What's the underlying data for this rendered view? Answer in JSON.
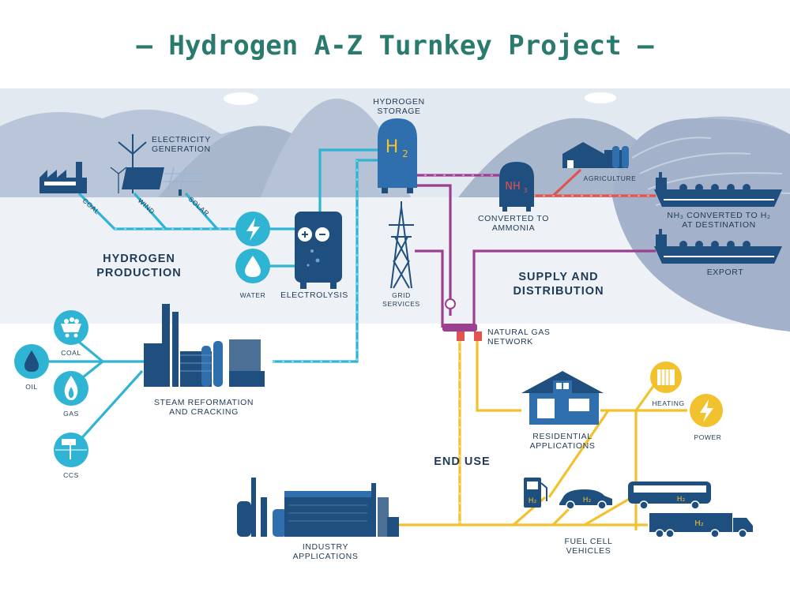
{
  "title": "— Hydrogen A-Z Turnkey Project —",
  "colors": {
    "title": "#2b7a6e",
    "cyan_pipe": "#2fb4d4",
    "magenta_pipe": "#9b3f8f",
    "yellow_pipe": "#f2c12e",
    "red_pipe": "#e0534f",
    "navy": "#1f4f7f",
    "sky": "#dfe6ef",
    "hills": "#aebbd0"
  },
  "labels": {
    "electricity_generation": [
      "ELECTRICITY",
      "GENERATION"
    ],
    "coal_line": "COAL",
    "wind_line": "WIND",
    "solar_line": "SOLAR",
    "hydrogen_production": [
      "HYDROGEN",
      "PRODUCTION"
    ],
    "water": "WATER",
    "electrolysis": "ELECTROLYSIS",
    "hydrogen_storage": [
      "HYDROGEN",
      "STORAGE"
    ],
    "h2_tank": "H",
    "h2_sub": "2",
    "nh3": "NH",
    "nh3_sub": "3",
    "converted_to_ammonia": [
      "CONVERTED TO",
      "AMMONIA"
    ],
    "agriculture": "AGRICULTURE",
    "nh3_converted": [
      "NH₃ CONVERTED TO H₂",
      "AT DESTINATION"
    ],
    "export": "EXPORT",
    "grid_services": [
      "GRID",
      "SERVICES"
    ],
    "supply_distribution": [
      "SUPPLY AND",
      "DISTRIBUTION"
    ],
    "natural_gas_network": [
      "NATURAL GAS",
      "NETWORK"
    ],
    "coal": "COAL",
    "oil": "OIL",
    "gas": "GAS",
    "ccs": "CCS",
    "steam_reformation": [
      "STEAM REFORMATION",
      "AND CRACKING"
    ],
    "heating": "HEATING",
    "power": "POWER",
    "residential": [
      "RESIDENTIAL",
      "APPLICATIONS"
    ],
    "end_use": "END USE",
    "industry": [
      "INDUSTRY",
      "APPLICATIONS"
    ],
    "fuel_cell_vehicles": [
      "FUEL CELL",
      "VEHICLES"
    ],
    "vehicle_h2": "H₂"
  },
  "icons": {
    "lightning": "lightning-icon",
    "water_drop": "water-drop-icon",
    "coal_cart": "coal-cart-icon",
    "oil_drop": "oil-drop-icon",
    "gas_flame": "gas-flame-icon",
    "ccs": "ccs-icon",
    "heater": "heater-icon",
    "power": "power-icon"
  }
}
